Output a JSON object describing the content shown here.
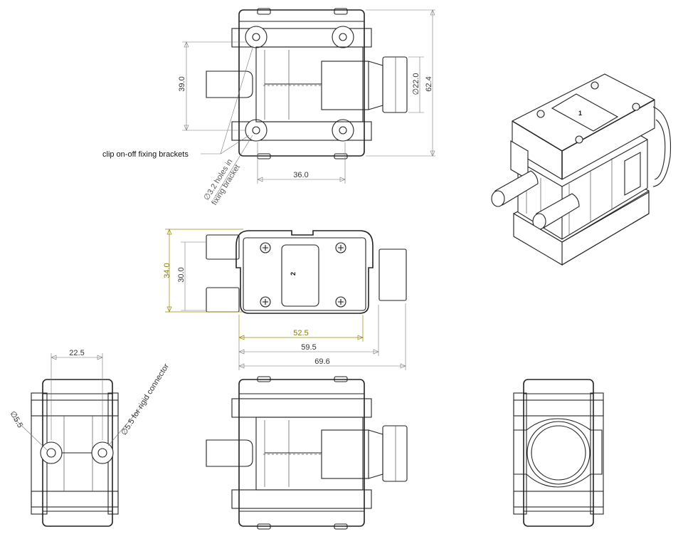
{
  "dimensions": {
    "height_39": "39.0",
    "dia_22": "∅22.0",
    "height_62": "62.4",
    "width_36": "36.0",
    "height_34": "34.0",
    "height_30": "30.0",
    "width_52": "52.5",
    "width_59": "59.5",
    "width_69": "69.6",
    "width_22": "22.5",
    "dia_5_left": "∅5.5",
    "dia_5_rigid": "∅5.5 for rigid connector"
  },
  "notes": {
    "clip_brackets": "clip on-off fixing brackets",
    "holes_line1": "∅3.2 holes in",
    "holes_line2": "fixing bracket"
  },
  "labels": {
    "part_number_top": "2",
    "part_number_iso": "1"
  },
  "colors": {
    "line": "#222222",
    "dimension": "#777777",
    "highlight_dimension": "#9a8d10"
  }
}
